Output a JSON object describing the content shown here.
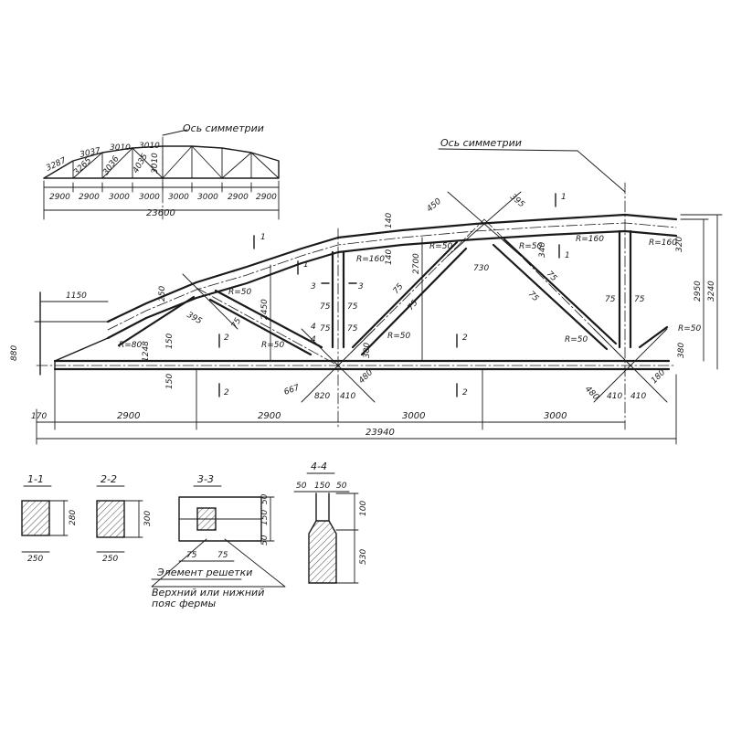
{
  "key_diagram": {
    "axis_label": "Ось симметрии",
    "panel_heights": [
      "3287",
      "3037",
      "3010",
      "3010"
    ],
    "diag_lengths": [
      "3265",
      "3036",
      "4035",
      "3010"
    ],
    "panels": [
      "2900",
      "2900",
      "3000",
      "3000",
      "3000",
      "3000",
      "2900",
      "2900"
    ],
    "total_span": "23600"
  },
  "truss": {
    "axis_label": "Ось симметрии",
    "overall_span": "23940",
    "panels": [
      "2900",
      "2900",
      "3000",
      "3000"
    ],
    "end_offset": "170",
    "height_total": "3240",
    "height_axis": "2950",
    "height_mid": "2700",
    "height_post": "2450",
    "end_projection": "1150",
    "end_height": "880",
    "radii": [
      "R=80",
      "R=50",
      "R=50",
      "R=160",
      "R=50",
      "R=50",
      "R=50",
      "R=160",
      "R=160",
      "R=50",
      "R=50"
    ],
    "member_widths": [
      "75",
      "75",
      "75",
      "75",
      "75",
      "75",
      "75",
      "75",
      "75",
      "75",
      "75"
    ],
    "node_dims": [
      "820",
      "410",
      "480",
      "380",
      "410",
      "410",
      "480",
      "180",
      "380",
      "730",
      "450",
      "395",
      "340",
      "320",
      "140",
      "140",
      "250",
      "150",
      "150",
      "395",
      "1248",
      "667"
    ],
    "section_marks": [
      "1",
      "1",
      "2",
      "2",
      "2",
      "2",
      "3",
      "3",
      "4",
      "4",
      "1",
      "1"
    ]
  },
  "sections": [
    {
      "title": "1-1",
      "width": "250",
      "height": "280"
    },
    {
      "title": "2-2",
      "width": "250",
      "height": "300"
    },
    {
      "title": "3-3",
      "left": "75",
      "right": "75",
      "top": "50",
      "mid": "150",
      "bottom": "50"
    },
    {
      "title": "4-4",
      "top": [
        "50",
        "150",
        "50"
      ],
      "h1": "100",
      "h2": "530"
    }
  ],
  "notes": {
    "element": "Элемент решетки",
    "chord_line1": "Верхний или нижний",
    "chord_line2": "пояс фермы"
  }
}
